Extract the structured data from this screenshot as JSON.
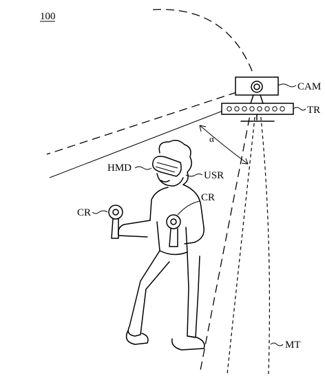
{
  "figure": {
    "ref_number": "100",
    "labels": {
      "camera": "CAM",
      "tracker": "TR",
      "hmd": "HMD",
      "user": "USR",
      "controller_left": "CR",
      "controller_right": "CR",
      "angle": "α",
      "motion_track": "MT"
    }
  }
}
